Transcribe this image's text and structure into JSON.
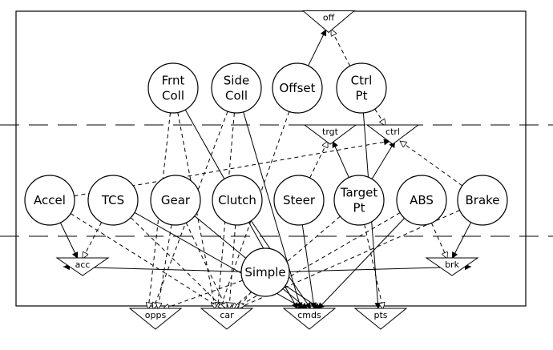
{
  "nodes": [
    {
      "id": "frnt-coll",
      "lines": [
        "Frnt",
        "Coll"
      ]
    },
    {
      "id": "side-coll",
      "lines": [
        "Side",
        "Coll"
      ]
    },
    {
      "id": "offset",
      "lines": [
        "Offset"
      ]
    },
    {
      "id": "ctrl-pt",
      "lines": [
        "Ctrl",
        "Pt"
      ]
    },
    {
      "id": "accel",
      "lines": [
        "Accel"
      ]
    },
    {
      "id": "tcs",
      "lines": [
        "TCS"
      ]
    },
    {
      "id": "gear",
      "lines": [
        "Gear"
      ]
    },
    {
      "id": "clutch",
      "lines": [
        "Clutch"
      ]
    },
    {
      "id": "steer",
      "lines": [
        "Steer"
      ]
    },
    {
      "id": "target-pt",
      "lines": [
        "Target",
        "Pt"
      ]
    },
    {
      "id": "abs",
      "lines": [
        "ABS"
      ]
    },
    {
      "id": "brake",
      "lines": [
        "Brake"
      ]
    },
    {
      "id": "simple",
      "lines": [
        "Simple"
      ]
    }
  ],
  "ports": [
    {
      "id": "off",
      "label": "off"
    },
    {
      "id": "trgt",
      "label": "trgt"
    },
    {
      "id": "ctrl",
      "label": "ctrl"
    },
    {
      "id": "acc",
      "label": "acc"
    },
    {
      "id": "brk",
      "label": "brk"
    },
    {
      "id": "opps",
      "label": "opps"
    },
    {
      "id": "car",
      "label": "car"
    },
    {
      "id": "cmds",
      "label": "cmds"
    },
    {
      "id": "pts",
      "label": "pts"
    }
  ],
  "edges": [
    {
      "from": "offset",
      "to": "off",
      "style": "solid",
      "head": "filled"
    },
    {
      "from": "ctrl-pt",
      "to": "off",
      "style": "dashed",
      "head": "open"
    },
    {
      "from": "ctrl-pt",
      "to": "ctrl",
      "style": "dashed",
      "head": "open"
    },
    {
      "from": "ctrl-pt",
      "to": "pts",
      "style": "solid",
      "head": "filled"
    },
    {
      "from": "frnt-coll",
      "to": "opps",
      "style": "dashed",
      "head": "open"
    },
    {
      "from": "frnt-coll",
      "to": "car",
      "style": "dashed",
      "head": "open"
    },
    {
      "from": "frnt-coll",
      "to": "cmds",
      "style": "solid",
      "head": "filled"
    },
    {
      "from": "side-coll",
      "to": "opps",
      "style": "dashed",
      "head": "open"
    },
    {
      "from": "side-coll",
      "to": "car",
      "style": "dashed",
      "head": "open"
    },
    {
      "from": "side-coll",
      "to": "cmds",
      "style": "solid",
      "head": "filled"
    },
    {
      "from": "offset",
      "to": "car",
      "style": "dashed",
      "head": "open"
    },
    {
      "from": "accel",
      "to": "acc",
      "style": "solid",
      "head": "filled"
    },
    {
      "from": "accel",
      "to": "ctrl",
      "style": "dashed",
      "head": "filled"
    },
    {
      "from": "accel",
      "to": "car",
      "style": "dashed",
      "head": "open"
    },
    {
      "from": "tcs",
      "to": "acc",
      "style": "dashed",
      "head": "open"
    },
    {
      "from": "tcs",
      "to": "cmds",
      "style": "solid",
      "head": "filled"
    },
    {
      "from": "tcs",
      "to": "car",
      "style": "dashed",
      "head": "open"
    },
    {
      "from": "gear",
      "to": "opps",
      "style": "dashed",
      "head": "open"
    },
    {
      "from": "gear",
      "to": "car",
      "style": "dashed",
      "head": "open"
    },
    {
      "from": "gear",
      "to": "cmds",
      "style": "solid",
      "head": "filled"
    },
    {
      "from": "clutch",
      "to": "car",
      "style": "dashed",
      "head": "open"
    },
    {
      "from": "clutch",
      "to": "cmds",
      "style": "solid",
      "head": "filled"
    },
    {
      "from": "steer",
      "to": "trgt",
      "style": "dashed",
      "head": "open"
    },
    {
      "from": "steer",
      "to": "cmds",
      "style": "solid",
      "head": "filled"
    },
    {
      "from": "target-pt",
      "to": "trgt",
      "style": "solid",
      "head": "filled"
    },
    {
      "from": "target-pt",
      "to": "ctrl",
      "style": "solid",
      "head": "filled"
    },
    {
      "from": "target-pt",
      "to": "car",
      "style": "dashed",
      "head": "open"
    },
    {
      "from": "target-pt",
      "to": "pts",
      "style": "dashed",
      "head": "open"
    },
    {
      "from": "abs",
      "to": "brk",
      "style": "dashed",
      "head": "open"
    },
    {
      "from": "abs",
      "to": "cmds",
      "style": "solid",
      "head": "filled"
    },
    {
      "from": "abs",
      "to": "car",
      "style": "dashed",
      "head": "open"
    },
    {
      "from": "brake",
      "to": "brk",
      "style": "solid",
      "head": "filled"
    },
    {
      "from": "brake",
      "to": "ctrl",
      "style": "dashed",
      "head": "open"
    },
    {
      "from": "brake",
      "to": "car",
      "style": "dashed",
      "head": "open"
    },
    {
      "from": "simple",
      "to": "acc",
      "style": "solid",
      "head": "filled"
    },
    {
      "from": "simple",
      "to": "brk",
      "style": "solid",
      "head": "filled"
    },
    {
      "from": "simple",
      "to": "cmds",
      "style": "solid",
      "head": "filled"
    },
    {
      "from": "simple",
      "to": "car",
      "style": "dashed",
      "head": "open"
    },
    {
      "from": "simple",
      "to": "opps",
      "style": "dashed",
      "head": "open"
    }
  ]
}
